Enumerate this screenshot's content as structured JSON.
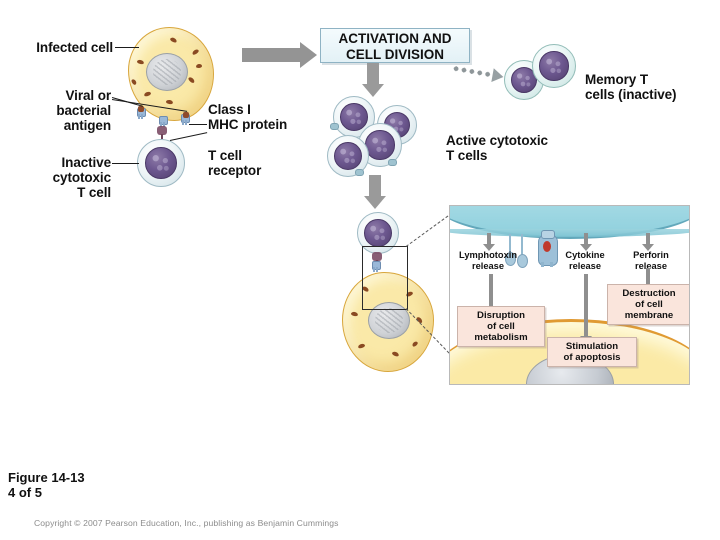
{
  "figure": {
    "caption_line1": "Figure 14-13",
    "caption_line2": "4 of 5",
    "caption": "Figure 14-13\n4 of 5",
    "copyright": "Copyright © 2007 Pearson Education, Inc., publishing as Benjamin Cummings"
  },
  "banner": {
    "title": "ACTIVATION AND\nCELL DIVISION",
    "line1": "ACTIVATION AND",
    "line2": "CELL DIVISION",
    "fill_color": "#e9f4f8",
    "border_color": "#8fb3c4"
  },
  "labels": {
    "infected_cell": "Infected cell",
    "viral_or_bacterial_antigen": "Viral or\nbacterial\nantigen",
    "inactive_cytotoxic_t_cell": "Inactive\ncytotoxic\nT cell",
    "class_i_mhc_protein": "Class I\nMHC protein",
    "t_cell_receptor": "T cell\nreceptor",
    "memory_t_cells": "Memory T\ncells (inactive)",
    "active_cytotoxic_t_cells": "Active cytotoxic\nT cells"
  },
  "detail_panel": {
    "release_labels": [
      {
        "name": "lymphotoxin",
        "text": "Lymphotoxin\nrelease"
      },
      {
        "name": "cytokine",
        "text": "Cytokine\nrelease"
      },
      {
        "name": "perforin",
        "text": "Perforin\nrelease"
      }
    ],
    "effect_boxes": [
      {
        "name": "disruption",
        "text": "Disruption\nof cell\nmetabolism"
      },
      {
        "name": "apoptosis",
        "text": "Stimulation\nof apoptosis"
      },
      {
        "name": "destruction",
        "text": "Destruction\nof cell\nmembrane"
      }
    ],
    "box_fill_color": "#fae5dc",
    "t_cell_membrane_color": "#a9dce6",
    "infected_cell_color": "#fbeaa6"
  },
  "colors": {
    "infected_cell_fill": "#fae9a8",
    "infected_cell_border": "#d8a63c",
    "t_cell_nucleus": "#6d5890",
    "t_cell_ring": "#eef5f7",
    "memory_t_cell_ring": "#eaf6f5",
    "arrow_gray": "#949494",
    "background": "#ffffff"
  }
}
